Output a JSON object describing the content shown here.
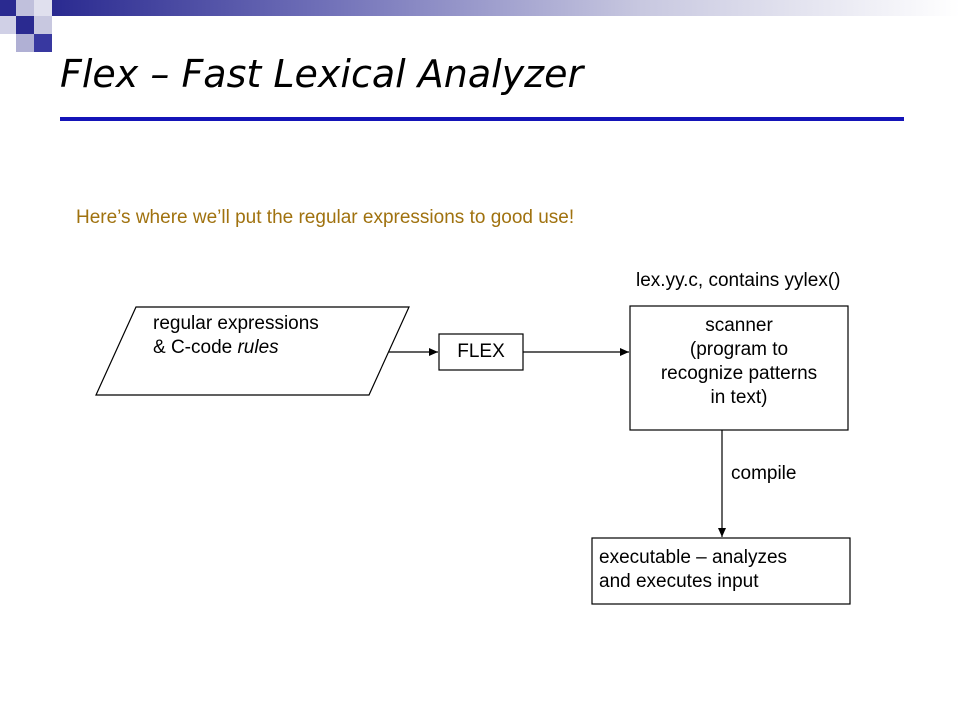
{
  "slide": {
    "title": "Flex – Fast Lexical Analyzer",
    "intro": "Here’s where we’ll put the regular expressions to good use!",
    "colors": {
      "title_rule": "#1414b8",
      "intro_text": "#a0720f",
      "deco_dark": "#3a3aa0",
      "deco_light": "#b8b8d8"
    }
  },
  "diagram": {
    "input": {
      "line1": "regular expressions",
      "line2_prefix": "& C-code ",
      "line2_italic": "rules"
    },
    "flex_box": "FLEX",
    "scanner_caption": "lex.yy.c, contains yylex()",
    "scanner": {
      "line1": "scanner",
      "line2": "(program to",
      "line3": "recognize patterns",
      "line4": "in text)"
    },
    "compile_label": "compile",
    "executable": {
      "line1": "executable – analyzes",
      "line2": "and executes input"
    }
  }
}
